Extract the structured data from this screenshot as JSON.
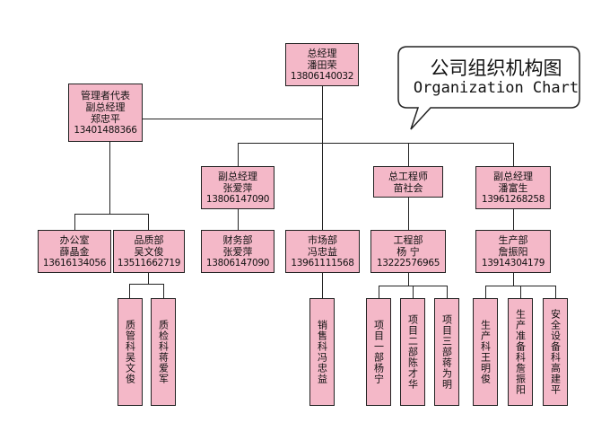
{
  "title": {
    "cn": "公司组织机构图",
    "en": "Organization Chart"
  },
  "top_boxes": [
    {
      "id": "gm",
      "lines": [
        "总经理",
        "潘田荣",
        "13806140032"
      ]
    },
    {
      "id": "rep",
      "lines": [
        "管理者代表",
        "副总经理",
        "郑忠平",
        "13401488366"
      ]
    },
    {
      "id": "vp-zhang",
      "lines": [
        "副总经理",
        "张爱萍",
        "13806147090"
      ]
    },
    {
      "id": "chief-eng",
      "lines": [
        "总工程师",
        "苗社会"
      ]
    },
    {
      "id": "vp-pan",
      "lines": [
        "副总经理",
        "潘富生",
        "13961268258"
      ]
    },
    {
      "id": "office",
      "lines": [
        "办公室",
        "薛晶金",
        "13616134056"
      ]
    },
    {
      "id": "qa",
      "lines": [
        "品质部",
        "吴文俊",
        "13511662719"
      ]
    },
    {
      "id": "finance",
      "lines": [
        "财务部",
        "张爱萍",
        "13806147090"
      ]
    },
    {
      "id": "market",
      "lines": [
        "市场部",
        "冯忠益",
        "13961111568"
      ]
    },
    {
      "id": "eng",
      "lines": [
        "工程部",
        "杨 宁",
        "13222576965"
      ]
    },
    {
      "id": "prod",
      "lines": [
        "生产部",
        "詹振阳",
        "13914304179"
      ]
    }
  ],
  "vertical_boxes": [
    {
      "id": "qm",
      "text": "质管科吴文俊"
    },
    {
      "id": "qc",
      "text": "质检科蒋爱军"
    },
    {
      "id": "sales",
      "text": "销售科冯忠益"
    },
    {
      "id": "p1",
      "text": "项目一部杨宁"
    },
    {
      "id": "p2",
      "text": "项目二部陈才华"
    },
    {
      "id": "p3",
      "text": "项目三部蒋为明"
    },
    {
      "id": "pk",
      "text": "生产科王明俊"
    },
    {
      "id": "pp",
      "text": "生产准备科詹振阳"
    },
    {
      "id": "safety",
      "text": "安全设备科高建平"
    }
  ]
}
